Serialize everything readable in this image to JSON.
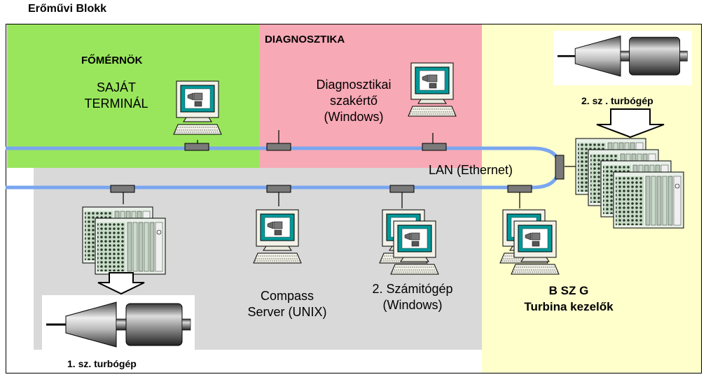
{
  "title": "Erőművi Blokk",
  "zones": {
    "fomernok": "FŐMÉRNÖK",
    "diagnosztika": "DIAGNOSZTIKA"
  },
  "nodes": {
    "sajat_terminal": "SAJÁT\nTERMINÁL",
    "diag_szakerto": "Diagnosztikai\nszakértő\n(Windows)",
    "compass_server": "Compass\nServer (UNIX)",
    "szamitogep2": "2. Számitógép\n(Windows)",
    "bszg": "B SZ G\nTurbina kezelők"
  },
  "network": {
    "lan": "LAN (Ethernet)"
  },
  "machines": {
    "turbo1": "1. sz. turbógép",
    "turbo2": "2. sz . turbógép"
  },
  "colors": {
    "green": "#99e65c",
    "pink": "#f7a9b5",
    "yellow": "#ffffcc",
    "gray": "#d9d9d9",
    "lan": "#7aa6f0",
    "screen": "#009999"
  }
}
